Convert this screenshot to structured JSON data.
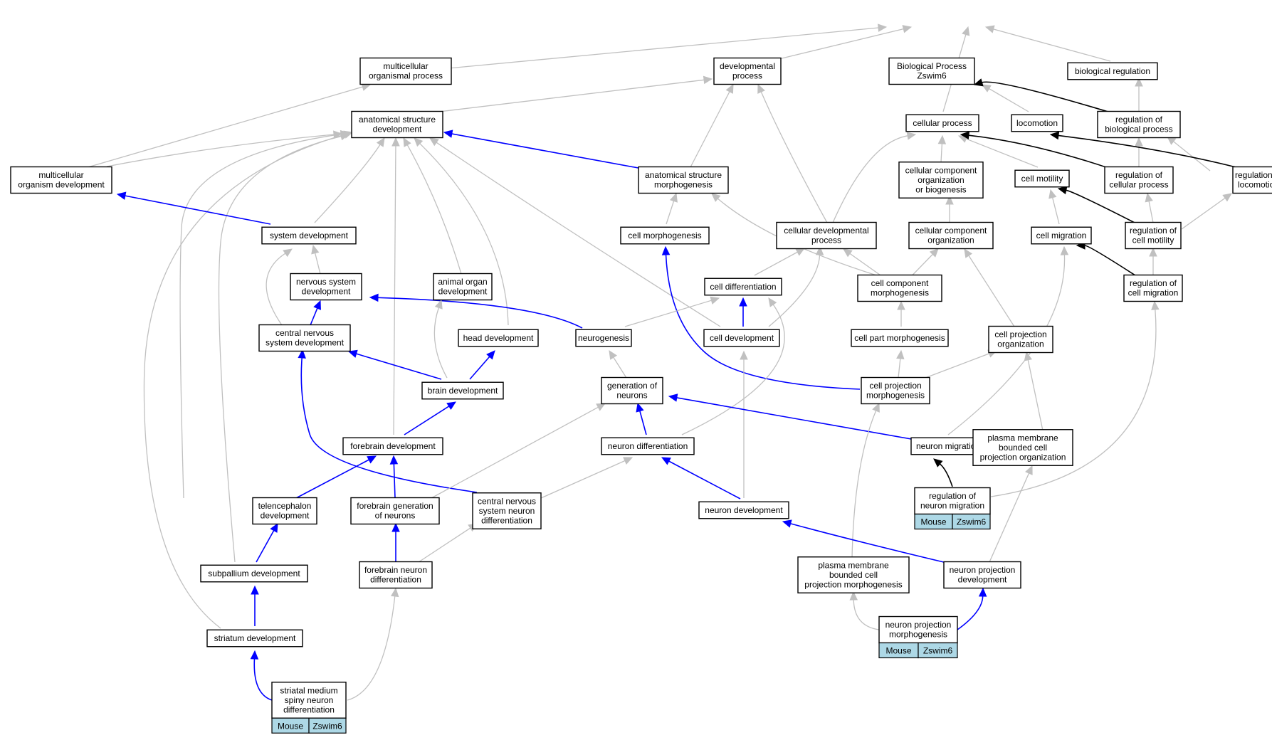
{
  "colors": {
    "regulation_edge": "#0000ff",
    "isa_edge": "#c0c0c0",
    "partof_edge": "#000000",
    "annotation_fill": "#add8e6"
  },
  "nodes": [
    {
      "id": "bp",
      "lines": [
        "Biological Process",
        "Zswim6"
      ]
    },
    {
      "id": "mop",
      "lines": [
        "multicellular",
        "organismal process"
      ]
    },
    {
      "id": "dp",
      "lines": [
        "developmental",
        "process"
      ]
    },
    {
      "id": "breg",
      "lines": [
        "biological regulation"
      ]
    },
    {
      "id": "asd",
      "lines": [
        "anatomical structure",
        "development"
      ]
    },
    {
      "id": "cp",
      "lines": [
        "cellular process"
      ]
    },
    {
      "id": "loc",
      "lines": [
        "locomotion"
      ]
    },
    {
      "id": "rbp",
      "lines": [
        "regulation of",
        "biological process"
      ]
    },
    {
      "id": "mod",
      "lines": [
        "multicellular",
        "organism development"
      ]
    },
    {
      "id": "asm",
      "lines": [
        "anatomical structure",
        "morphogenesis"
      ]
    },
    {
      "id": "ccob",
      "lines": [
        "cellular component",
        "organization",
        "or biogenesis"
      ]
    },
    {
      "id": "cmot",
      "lines": [
        "cell motility"
      ]
    },
    {
      "id": "rcp",
      "lines": [
        "regulation of",
        "cellular process"
      ]
    },
    {
      "id": "rloc",
      "lines": [
        "regulation of",
        "locomotion"
      ]
    },
    {
      "id": "sd",
      "lines": [
        "system development"
      ]
    },
    {
      "id": "cm",
      "lines": [
        "cell morphogenesis"
      ]
    },
    {
      "id": "cdp",
      "lines": [
        "cellular developmental",
        "process"
      ]
    },
    {
      "id": "cco",
      "lines": [
        "cellular component",
        "organization"
      ]
    },
    {
      "id": "cmig",
      "lines": [
        "cell migration"
      ]
    },
    {
      "id": "rcmot",
      "lines": [
        "regulation of",
        "cell motility"
      ]
    },
    {
      "id": "nsd",
      "lines": [
        "nervous system",
        "development"
      ]
    },
    {
      "id": "aod",
      "lines": [
        "animal organ",
        "development"
      ]
    },
    {
      "id": "cdiff",
      "lines": [
        "cell differentiation"
      ]
    },
    {
      "id": "ccm",
      "lines": [
        "cell component",
        "morphogenesis"
      ]
    },
    {
      "id": "rcmig",
      "lines": [
        "regulation of",
        "cell migration"
      ]
    },
    {
      "id": "cnsd",
      "lines": [
        "central nervous",
        "system development"
      ]
    },
    {
      "id": "hd",
      "lines": [
        "head development"
      ]
    },
    {
      "id": "ng",
      "lines": [
        "neurogenesis"
      ]
    },
    {
      "id": "cdev",
      "lines": [
        "cell development"
      ]
    },
    {
      "id": "cpm",
      "lines": [
        "cell part morphogenesis"
      ]
    },
    {
      "id": "cpo",
      "lines": [
        "cell projection",
        "organization"
      ]
    },
    {
      "id": "bd",
      "lines": [
        "brain development"
      ]
    },
    {
      "id": "gon",
      "lines": [
        "generation of",
        "neurons"
      ]
    },
    {
      "id": "cprojm",
      "lines": [
        "cell projection",
        "morphogenesis"
      ]
    },
    {
      "id": "fd",
      "lines": [
        "forebrain development"
      ]
    },
    {
      "id": "nd",
      "lines": [
        "neuron differentiation"
      ]
    },
    {
      "id": "nmig",
      "lines": [
        "neuron migration"
      ]
    },
    {
      "id": "pmbcpo",
      "lines": [
        "plasma membrane",
        "bounded cell",
        "projection organization"
      ]
    },
    {
      "id": "td",
      "lines": [
        "telencephalon",
        "development"
      ]
    },
    {
      "id": "fgn",
      "lines": [
        "forebrain generation",
        "of neurons"
      ]
    },
    {
      "id": "cnsnd",
      "lines": [
        "central nervous",
        "system neuron",
        "differentiation"
      ]
    },
    {
      "id": "ndev",
      "lines": [
        "neuron development"
      ]
    },
    {
      "id": "rnm",
      "lines": [
        "regulation of",
        "neuron migration"
      ],
      "tags": [
        "Mouse",
        "Zswim6"
      ]
    },
    {
      "id": "spd",
      "lines": [
        "subpallium development"
      ]
    },
    {
      "id": "fnd",
      "lines": [
        "forebrain neuron",
        "differentiation"
      ]
    },
    {
      "id": "pmbcpm",
      "lines": [
        "plasma membrane",
        "bounded cell",
        "projection morphogenesis"
      ]
    },
    {
      "id": "npd",
      "lines": [
        "neuron projection",
        "development"
      ]
    },
    {
      "id": "std",
      "lines": [
        "striatum development"
      ]
    },
    {
      "id": "npm",
      "lines": [
        "neuron projection",
        "morphogenesis"
      ],
      "tags": [
        "Mouse",
        "Zswim6"
      ]
    },
    {
      "id": "smsnd",
      "lines": [
        "striatal medium",
        "spiny neuron",
        "differentiation"
      ],
      "tags": [
        "Mouse",
        "Zswim6"
      ]
    }
  ],
  "edges": [
    {
      "from": "mop",
      "to": "bp",
      "kind": "gray"
    },
    {
      "from": "dp",
      "to": "bp",
      "kind": "gray"
    },
    {
      "from": "cp",
      "to": "bp",
      "kind": "gray"
    },
    {
      "from": "loc",
      "to": "bp",
      "kind": "gray"
    },
    {
      "from": "rbp",
      "to": "bp",
      "kind": "black"
    },
    {
      "from": "breg",
      "to": "bp",
      "kind": "gray"
    },
    {
      "from": "rbp",
      "to": "breg",
      "kind": "gray"
    },
    {
      "from": "asd",
      "to": "dp",
      "kind": "gray"
    },
    {
      "from": "asm",
      "to": "dp",
      "kind": "gray"
    },
    {
      "from": "cdp",
      "to": "dp",
      "kind": "gray"
    },
    {
      "from": "mod",
      "to": "mop",
      "kind": "gray"
    },
    {
      "from": "mod",
      "to": "asd",
      "kind": "gray"
    },
    {
      "from": "asm",
      "to": "asd",
      "kind": "blue"
    },
    {
      "from": "sd",
      "to": "asd",
      "kind": "gray"
    },
    {
      "from": "aod",
      "to": "asd",
      "kind": "gray"
    },
    {
      "from": "hd",
      "to": "asd",
      "kind": "gray"
    },
    {
      "from": "fd",
      "to": "asd",
      "kind": "gray"
    },
    {
      "from": "cdev",
      "to": "asd",
      "kind": "gray"
    },
    {
      "from": "td",
      "to": "asd",
      "kind": "gray"
    },
    {
      "from": "spd",
      "to": "asd",
      "kind": "gray"
    },
    {
      "from": "std",
      "to": "asd",
      "kind": "gray"
    },
    {
      "from": "sd",
      "to": "mod",
      "kind": "blue"
    },
    {
      "from": "cm",
      "to": "asm",
      "kind": "gray"
    },
    {
      "from": "ccm",
      "to": "asm",
      "kind": "gray"
    },
    {
      "from": "cdp",
      "to": "cp",
      "kind": "gray"
    },
    {
      "from": "ccob",
      "to": "cp",
      "kind": "gray"
    },
    {
      "from": "cmot",
      "to": "cp",
      "kind": "gray"
    },
    {
      "from": "rcp",
      "to": "cp",
      "kind": "black"
    },
    {
      "from": "rcp",
      "to": "rbp",
      "kind": "gray"
    },
    {
      "from": "rloc",
      "to": "rbp",
      "kind": "gray"
    },
    {
      "from": "rloc",
      "to": "loc",
      "kind": "black"
    },
    {
      "from": "cco",
      "to": "ccob",
      "kind": "gray"
    },
    {
      "from": "cmig",
      "to": "cmot",
      "kind": "gray"
    },
    {
      "from": "rcmot",
      "to": "cmot",
      "kind": "black"
    },
    {
      "from": "rcmot",
      "to": "rcp",
      "kind": "gray"
    },
    {
      "from": "rcmot",
      "to": "rloc",
      "kind": "gray"
    },
    {
      "from": "nsd",
      "to": "sd",
      "kind": "gray"
    },
    {
      "from": "cnsd",
      "to": "sd",
      "kind": "gray"
    },
    {
      "from": "cprojm",
      "to": "cm",
      "kind": "blue"
    },
    {
      "from": "cdiff",
      "to": "cdp",
      "kind": "gray"
    },
    {
      "from": "ccm",
      "to": "cdp",
      "kind": "gray"
    },
    {
      "from": "cdev",
      "to": "cdp",
      "kind": "gray"
    },
    {
      "from": "ccm",
      "to": "cco",
      "kind": "gray"
    },
    {
      "from": "cpo",
      "to": "cco",
      "kind": "gray"
    },
    {
      "from": "rcmig",
      "to": "cmig",
      "kind": "black"
    },
    {
      "from": "rcmig",
      "to": "rcmot",
      "kind": "gray"
    },
    {
      "from": "nmig",
      "to": "cmig",
      "kind": "gray"
    },
    {
      "from": "cnsd",
      "to": "nsd",
      "kind": "blue"
    },
    {
      "from": "ng",
      "to": "nsd",
      "kind": "blue"
    },
    {
      "from": "bd",
      "to": "aod",
      "kind": "gray"
    },
    {
      "from": "cdev",
      "to": "cdiff",
      "kind": "blue"
    },
    {
      "from": "ng",
      "to": "cdiff",
      "kind": "gray"
    },
    {
      "from": "nd",
      "to": "cdiff",
      "kind": "gray"
    },
    {
      "from": "cpm",
      "to": "ccm",
      "kind": "gray"
    },
    {
      "from": "rnm",
      "to": "rcmig",
      "kind": "gray"
    },
    {
      "from": "bd",
      "to": "cnsd",
      "kind": "blue"
    },
    {
      "from": "cnsnd",
      "to": "cnsd",
      "kind": "blue"
    },
    {
      "from": "bd",
      "to": "hd",
      "kind": "blue"
    },
    {
      "from": "gon",
      "to": "ng",
      "kind": "gray"
    },
    {
      "from": "ndev",
      "to": "cdev",
      "kind": "gray"
    },
    {
      "from": "cprojm",
      "to": "cpm",
      "kind": "gray"
    },
    {
      "from": "cprojm",
      "to": "cpo",
      "kind": "gray"
    },
    {
      "from": "pmbcpo",
      "to": "cpo",
      "kind": "gray"
    },
    {
      "from": "fd",
      "to": "bd",
      "kind": "blue"
    },
    {
      "from": "nd",
      "to": "gon",
      "kind": "blue"
    },
    {
      "from": "nmig",
      "to": "gon",
      "kind": "blue"
    },
    {
      "from": "fgn",
      "to": "gon",
      "kind": "gray"
    },
    {
      "from": "pmbcpm",
      "to": "cprojm",
      "kind": "gray"
    },
    {
      "from": "td",
      "to": "fd",
      "kind": "blue"
    },
    {
      "from": "fgn",
      "to": "fd",
      "kind": "blue"
    },
    {
      "from": "ndev",
      "to": "nd",
      "kind": "blue"
    },
    {
      "from": "cnsnd",
      "to": "nd",
      "kind": "gray"
    },
    {
      "from": "rnm",
      "to": "nmig",
      "kind": "black"
    },
    {
      "from": "npd",
      "to": "pmbcpo",
      "kind": "gray"
    },
    {
      "from": "spd",
      "to": "td",
      "kind": "blue"
    },
    {
      "from": "fnd",
      "to": "fgn",
      "kind": "blue"
    },
    {
      "from": "fnd",
      "to": "cnsnd",
      "kind": "gray"
    },
    {
      "from": "npd",
      "to": "ndev",
      "kind": "blue"
    },
    {
      "from": "std",
      "to": "spd",
      "kind": "blue"
    },
    {
      "from": "smsnd",
      "to": "fnd",
      "kind": "gray"
    },
    {
      "from": "npm",
      "to": "pmbcpm",
      "kind": "gray"
    },
    {
      "from": "npm",
      "to": "npd",
      "kind": "blue"
    },
    {
      "from": "smsnd",
      "to": "std",
      "kind": "blue"
    }
  ]
}
